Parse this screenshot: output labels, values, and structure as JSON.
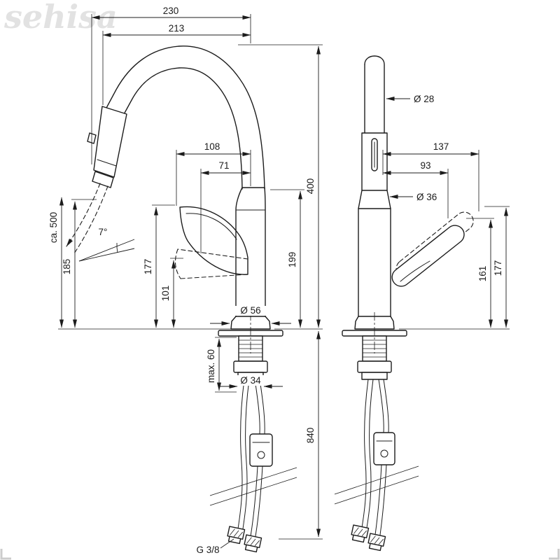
{
  "watermark": "sehisa",
  "colors": {
    "line": "#1c1c1c",
    "watermark": "#e2e2e2"
  },
  "dims": {
    "left": {
      "width_total": "230",
      "width_spray": "213",
      "handle_reach": "108",
      "handle_reach_open": "71",
      "spout_height": "400",
      "outlet_height": "199",
      "handle_height": "177",
      "handle_low": "101",
      "spray_height": "185",
      "hose_length": "ca. 500",
      "swivel_angle": "7°",
      "base_dia": "Ø 56",
      "max_counter": "max. 60",
      "shank_dia": "Ø 34",
      "hose_below": "840",
      "connection": "G 3/8"
    },
    "right": {
      "spout_dia": "Ø 28",
      "handle_width_open": "137",
      "handle_width": "93",
      "cone_dia": "Ø 36",
      "handle_height_low": "161",
      "handle_height": "177"
    }
  }
}
